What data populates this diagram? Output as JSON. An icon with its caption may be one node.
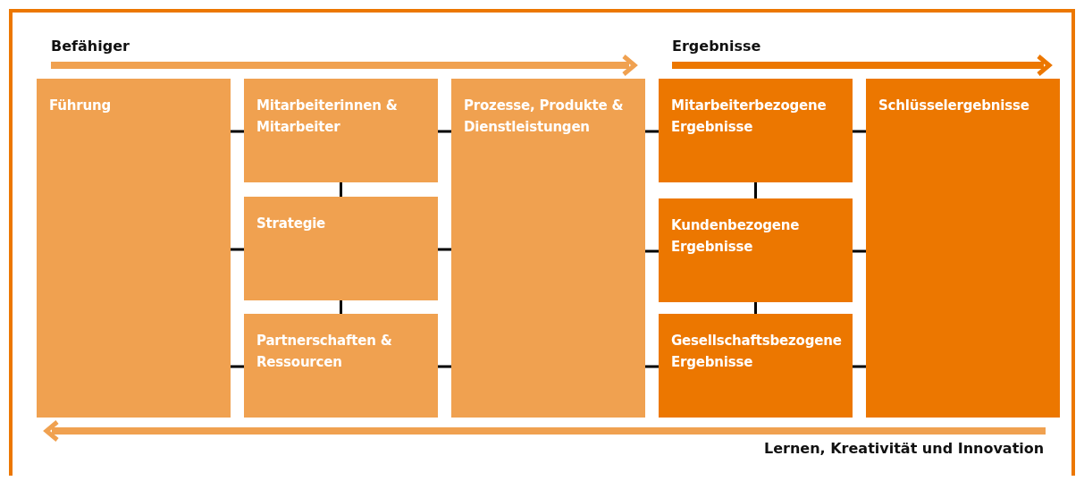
{
  "diagram": {
    "nodes": [
      {
        "text": [
          "Führung"
        ]
      },
      {
        "text": [
          "Mitarbeiterinnen & Mitarbeiter"
        ]
      },
      {
        "text": [
          "Strategie"
        ]
      },
      {
        "text": [
          "Partnerschaften & Ressourcen"
        ]
      },
      {
        "text": [
          "Prozesse, Produkte & Dienstleistungen"
        ]
      },
      {
        "text": [
          "Mitarbeiterbezogene Ergebnisse"
        ]
      },
      {
        "text": [
          "Kundenbezogene Ergebnisse"
        ]
      },
      {
        "text": [
          "Gesellschaftsbezogene Ergebnisse"
        ]
      },
      {
        "text": [
          "Schlüsselergebnisse"
        ]
      }
    ],
    "edges": [
      {
        "from": 0,
        "to": 1,
        "arrow": "none"
      },
      {
        "from": 0,
        "to": 2,
        "arrow": "none"
      },
      {
        "from": 0,
        "to": 3,
        "arrow": "none"
      },
      {
        "from": 1,
        "to": 2,
        "arrow": "none"
      },
      {
        "from": 2,
        "to": 3,
        "arrow": "none"
      },
      {
        "from": 1,
        "to": 4,
        "arrow": "none"
      },
      {
        "from": 2,
        "to": 4,
        "arrow": "none"
      },
      {
        "from": 3,
        "to": 4,
        "arrow": "none"
      },
      {
        "from": 4,
        "to": 5,
        "arrow": "none"
      },
      {
        "from": 4,
        "to": 6,
        "arrow": "none"
      },
      {
        "from": 4,
        "to": 7,
        "arrow": "none"
      },
      {
        "from": 5,
        "to": 6,
        "arrow": "none"
      },
      {
        "from": 6,
        "to": 7,
        "arrow": "none"
      },
      {
        "from": 5,
        "to": 8,
        "arrow": "none"
      },
      {
        "from": 6,
        "to": 8,
        "arrow": "none"
      },
      {
        "from": 7,
        "to": 8,
        "arrow": "none"
      }
    ],
    "labels": [
      "Befähiger",
      "Ergebnisse",
      "Lernen, Kreativität und Innovation"
    ]
  }
}
